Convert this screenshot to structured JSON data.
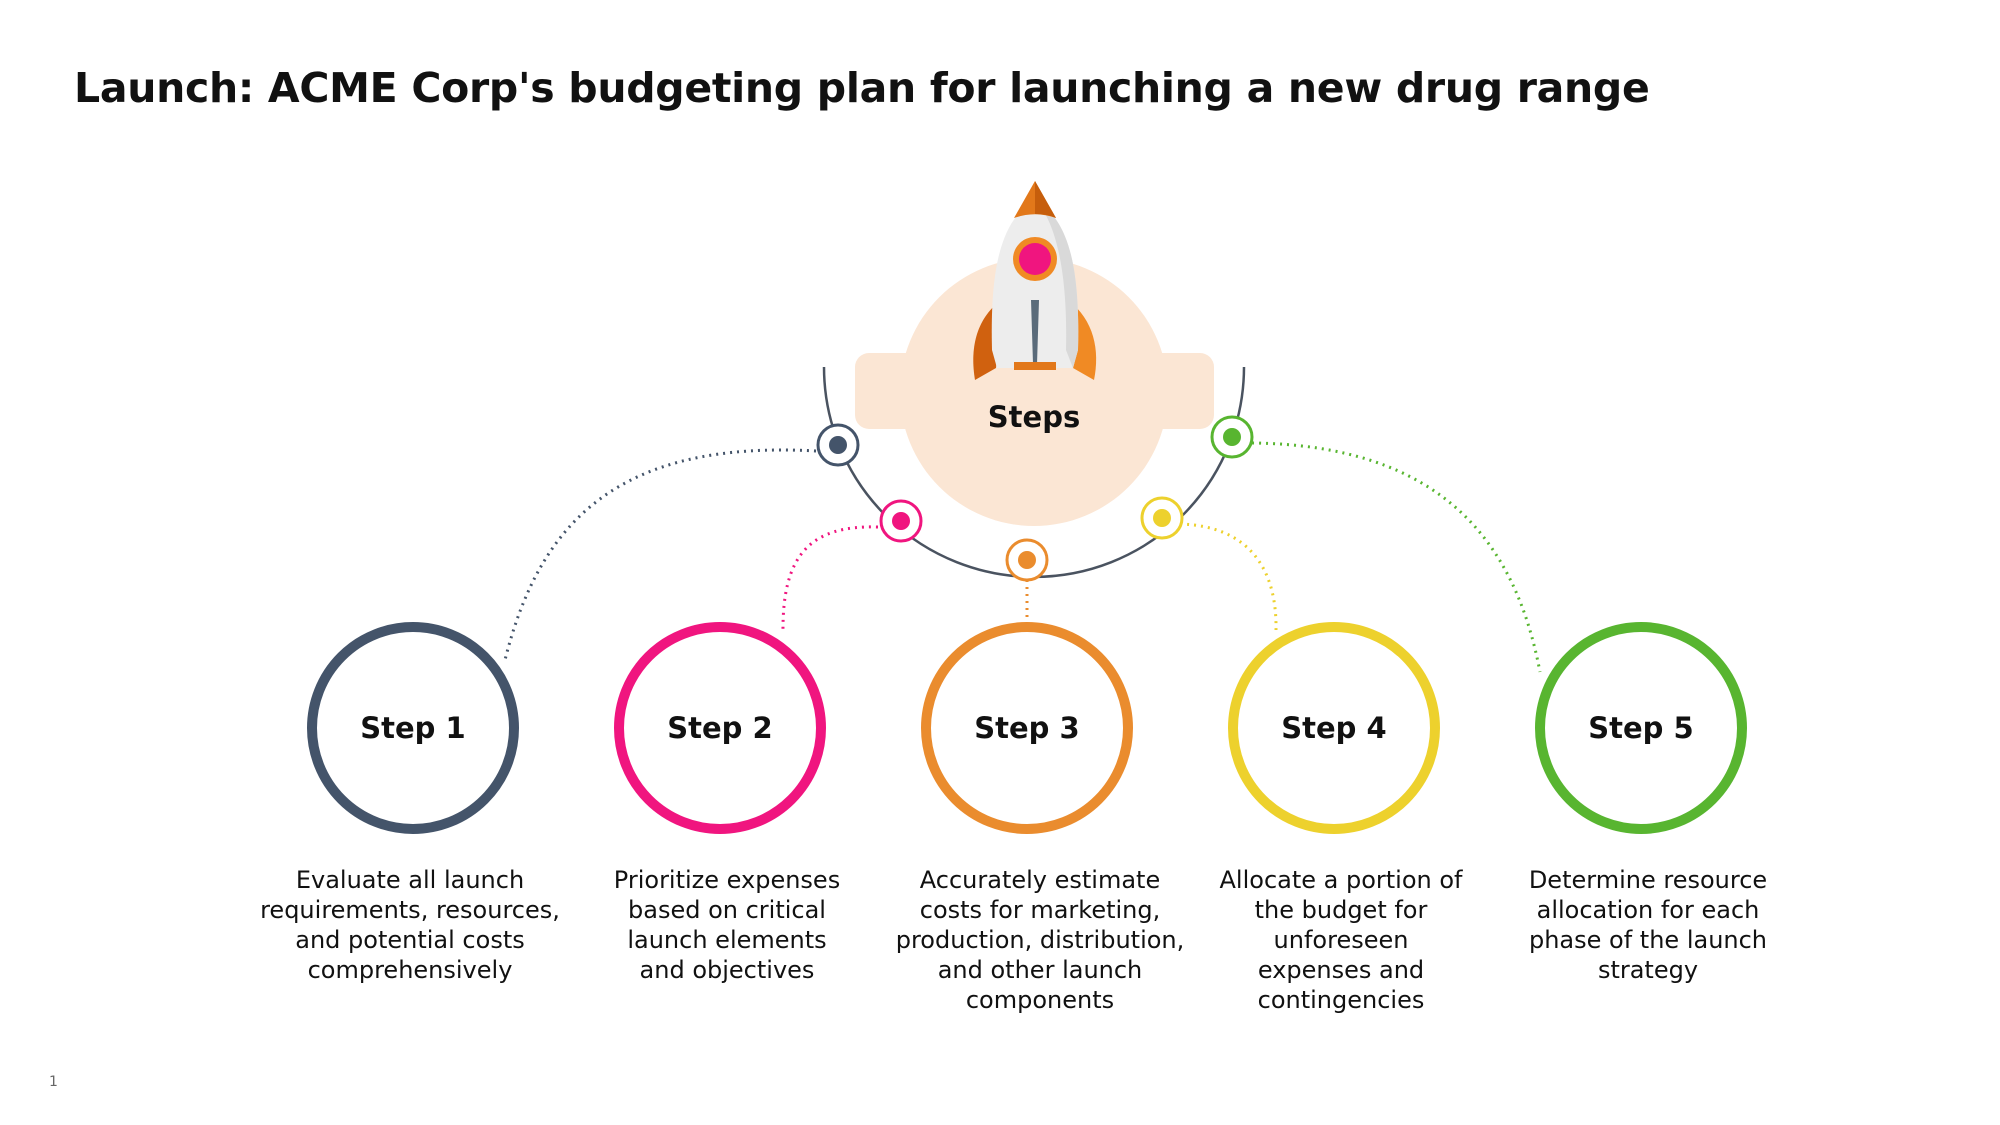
{
  "title": "Launch: ACME Corp's budgeting plan for launching a new drug range",
  "hub": {
    "label": "Steps",
    "icon": "rocket-icon"
  },
  "steps": [
    {
      "label": "Step 1",
      "description": "Evaluate all launch requirements, resources, and potential costs comprehensively",
      "color": "#44546A"
    },
    {
      "label": "Step 2",
      "description": "Prioritize expenses based on critical launch elements and objectives",
      "color": "#F0157F"
    },
    {
      "label": "Step 3",
      "description": "Accurately estimate costs for marketing, production, distribution, and other launch components",
      "color": "#EA8C2E"
    },
    {
      "label": "Step 4",
      "description": "Allocate a portion of the budget for unforeseen expenses and contingencies",
      "color": "#EDD12D"
    },
    {
      "label": "Step 5",
      "description": "Determine resource allocation for each phase of the launch strategy",
      "color": "#58B530"
    }
  ],
  "page_number": "1"
}
